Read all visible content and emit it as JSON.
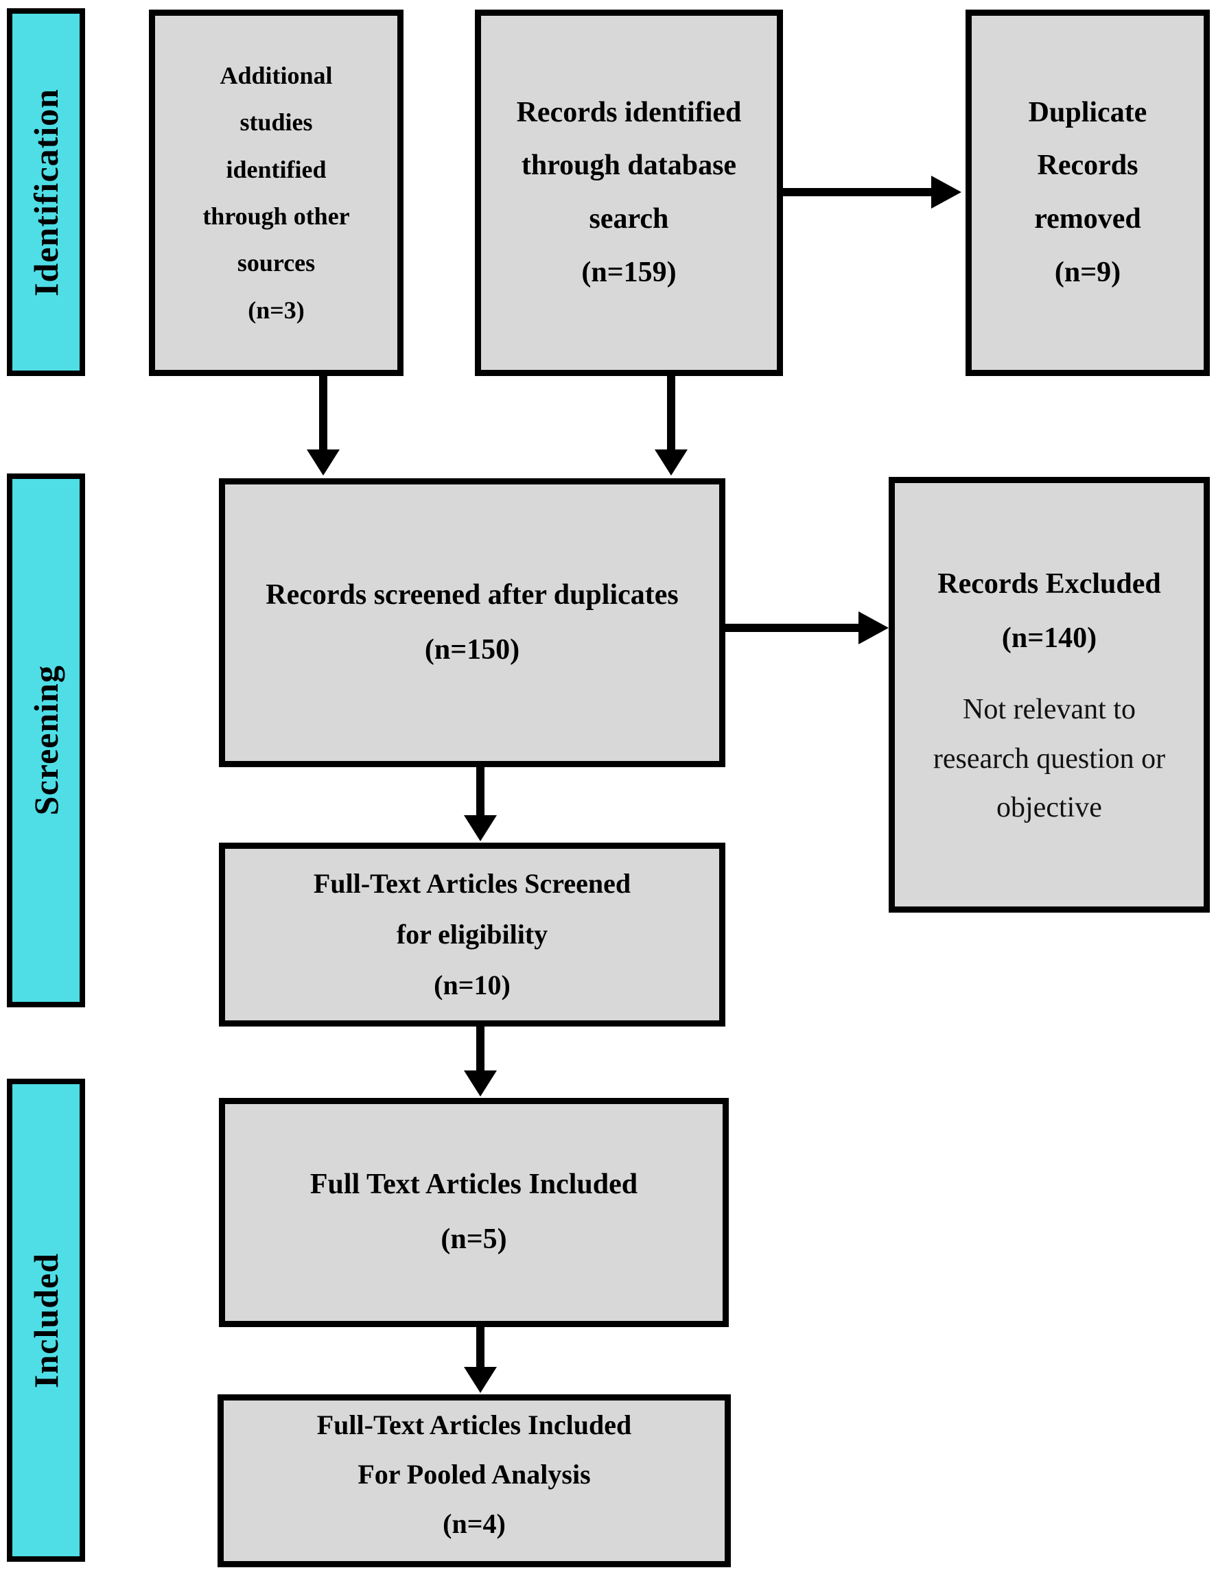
{
  "diagram": {
    "stages": [
      {
        "label": "Identification"
      },
      {
        "label": "Screening"
      },
      {
        "label": "Included"
      }
    ],
    "boxes": {
      "additional_studies": {
        "text": "Additional\nstudies\nidentified\nthrough other\nsources\n(n=3)"
      },
      "records_identified": {
        "text": "Records identified\nthrough database\nsearch\n(n=159)"
      },
      "duplicate_records_removed": {
        "text": "Duplicate\nRecords\nremoved\n(n=9)"
      },
      "records_screened": {
        "text": "Records screened after duplicates\n(n=150)"
      },
      "records_excluded": {
        "title": "Records Excluded\n(n=140)",
        "note": "Not relevant to\nresearch question or\nobjective"
      },
      "fulltext_screened": {
        "text": "Full-Text Articles Screened\nfor eligibility\n(n=10)"
      },
      "fulltext_included": {
        "text": "Full Text Articles Included\n(n=5)"
      },
      "fulltext_pooled": {
        "text": "Full-Text Articles Included\nFor Pooled Analysis\n(n=4)"
      }
    },
    "colors": {
      "stage_fill": "#4FDEE6",
      "box_fill": "#D8D8D8",
      "border": "#000000"
    }
  }
}
